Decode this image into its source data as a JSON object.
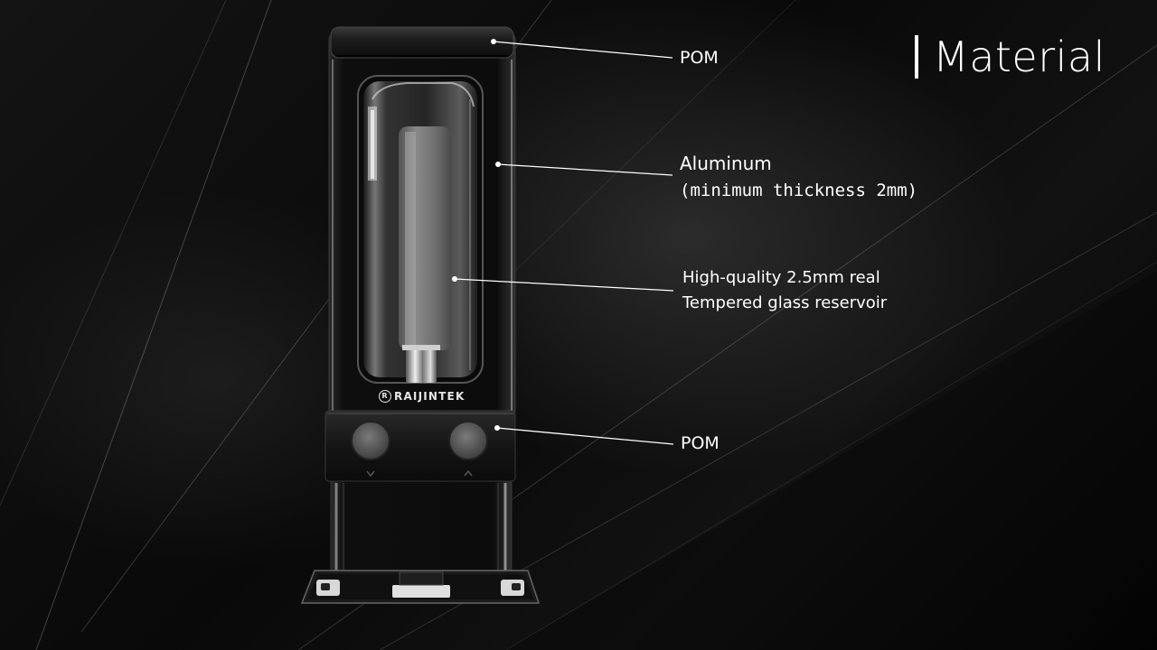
{
  "slide": {
    "title": "Material",
    "brand": "RAIJINTEK",
    "callouts": {
      "pom_top": "POM",
      "aluminum_line1": "Aluminum",
      "aluminum_line2": "(minimum thickness 2mm)",
      "glass_line1": "High-quality 2.5mm real",
      "glass_line2": "Tempered glass reservoir",
      "pom_bottom": "POM"
    }
  },
  "colors": {
    "background": "#0a0a0a",
    "text": "#ffffff",
    "body_metal": "#1a1a1a",
    "glass_highlight": "#9a9a9a"
  }
}
